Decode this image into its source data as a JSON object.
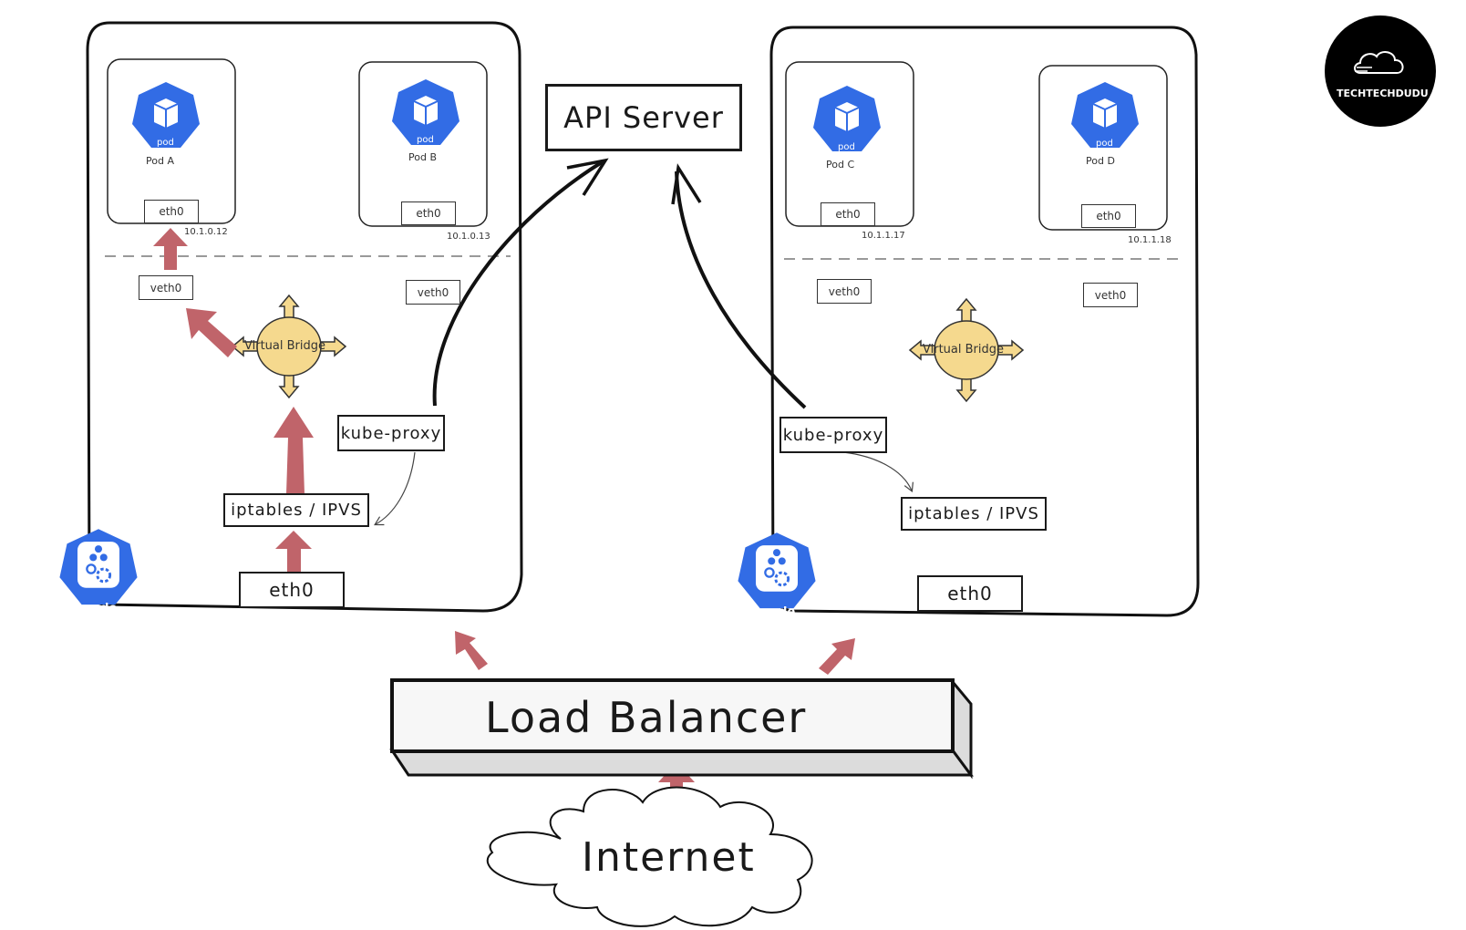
{
  "diagram": {
    "title": "Kubernetes Service Networking via Load Balancer",
    "logo": {
      "icon": "cloud-wind-icon",
      "text": "TECHTECHDUDU",
      "bg": "#000000"
    },
    "api_server": {
      "label": "API Server"
    },
    "load_balancer": {
      "label": "Load Balancer"
    },
    "internet": {
      "label": "Internet"
    },
    "colors": {
      "k8s_blue": "#326CE5",
      "arrow_red": "#C0646A",
      "bridge_yellow": "#F5D98E",
      "outline": "#1A1A1A"
    },
    "nodes": [
      {
        "icon_label": "node",
        "pods": [
          {
            "icon_label": "pod",
            "name": "Pod A",
            "iface": "eth0",
            "ip": "10.1.0.12",
            "veth": "veth0"
          },
          {
            "icon_label": "pod",
            "name": "Pod B",
            "iface": "eth0",
            "ip": "10.1.0.13",
            "veth": "veth0"
          }
        ],
        "bridge": "Virtual Bridge",
        "kube_proxy": "kube-proxy",
        "iptables": "iptables / IPVS",
        "eth": "eth0"
      },
      {
        "icon_label": "node",
        "pods": [
          {
            "icon_label": "pod",
            "name": "Pod C",
            "iface": "eth0",
            "ip": "10.1.1.17",
            "veth": "veth0"
          },
          {
            "icon_label": "pod",
            "name": "Pod D",
            "iface": "eth0",
            "ip": "10.1.1.18",
            "veth": "veth0"
          }
        ],
        "bridge": "Virtual Bridge",
        "kube_proxy": "kube-proxy",
        "iptables": "iptables / IPVS",
        "eth": "eth0"
      }
    ]
  }
}
